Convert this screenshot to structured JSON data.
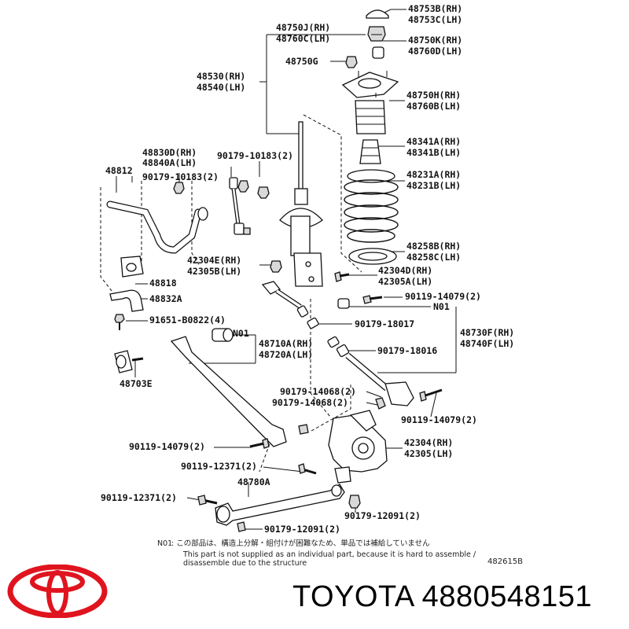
{
  "labels": {
    "p48753": [
      "48753B(RH)",
      "48753C(LH)"
    ],
    "p48750j": [
      "48750J(RH)",
      "48760C(LH)"
    ],
    "p48750k": [
      "48750K(RH)",
      "48760D(LH)"
    ],
    "p48750g": "48750G",
    "p48530": [
      "48530(RH)",
      "48540(LH)"
    ],
    "p48750h": [
      "48750H(RH)",
      "48760B(LH)"
    ],
    "p48341": [
      "48341A(RH)",
      "48341B(LH)"
    ],
    "p48830": [
      "48830D(RH)",
      "48840A(LH)"
    ],
    "p90179_10183a": "90179-10183(2)",
    "p90179_10183b": "90179-10183(2)",
    "p48812": "48812",
    "p48231": [
      "48231A(RH)",
      "48231B(LH)"
    ],
    "p48258": [
      "48258B(RH)",
      "48258C(LH)"
    ],
    "p42304e": [
      "42304E(RH)",
      "42305B(LH)"
    ],
    "p42304d": [
      "42304D(RH)",
      "42305A(LH)"
    ],
    "p48818": "48818",
    "p48832a": "48832A",
    "p90119_14079a": "90119-14079(2)",
    "pN01a": "N01",
    "p91651": "91651-B0822(4)",
    "p90179_18017": "90179-18017",
    "p48730": [
      "48730F(RH)",
      "48740F(LH)"
    ],
    "pN01b": "N01",
    "p48710": [
      "48710A(RH)",
      "48720A(LH)"
    ],
    "p90179_18016": "90179-18016",
    "p48703e": "48703E",
    "p90179_14068a": "90179-14068(2)",
    "p90179_14068b": "90179-14068(2)",
    "p90119_14079b": "90119-14079(2)",
    "p42304": [
      "42304(RH)",
      "42305(LH)"
    ],
    "p90119_14079c": "90119-14079(2)",
    "p90119_12371a": "90119-12371(2)",
    "p48780a": "48780A",
    "p90119_12371b": "90119-12371(2)",
    "p90179_12091a": "90179-12091(2)",
    "p90179_12091b": "90179-12091(2)"
  },
  "footnote": {
    "code": "N01",
    "japanese": ": この部品は、構造上分解・組付けが困難なため、単品では補給していません",
    "english_1": "This part is not supplied as an individual part, because it is hard to assemble /",
    "english_2": "disassemble due to the structure"
  },
  "drawing_code": "482615B",
  "brand_text": "TOYOTA 4880548151",
  "colors": {
    "logo": "#e0141e",
    "ink": "#111111"
  },
  "logo_icon": "toyota-logo"
}
